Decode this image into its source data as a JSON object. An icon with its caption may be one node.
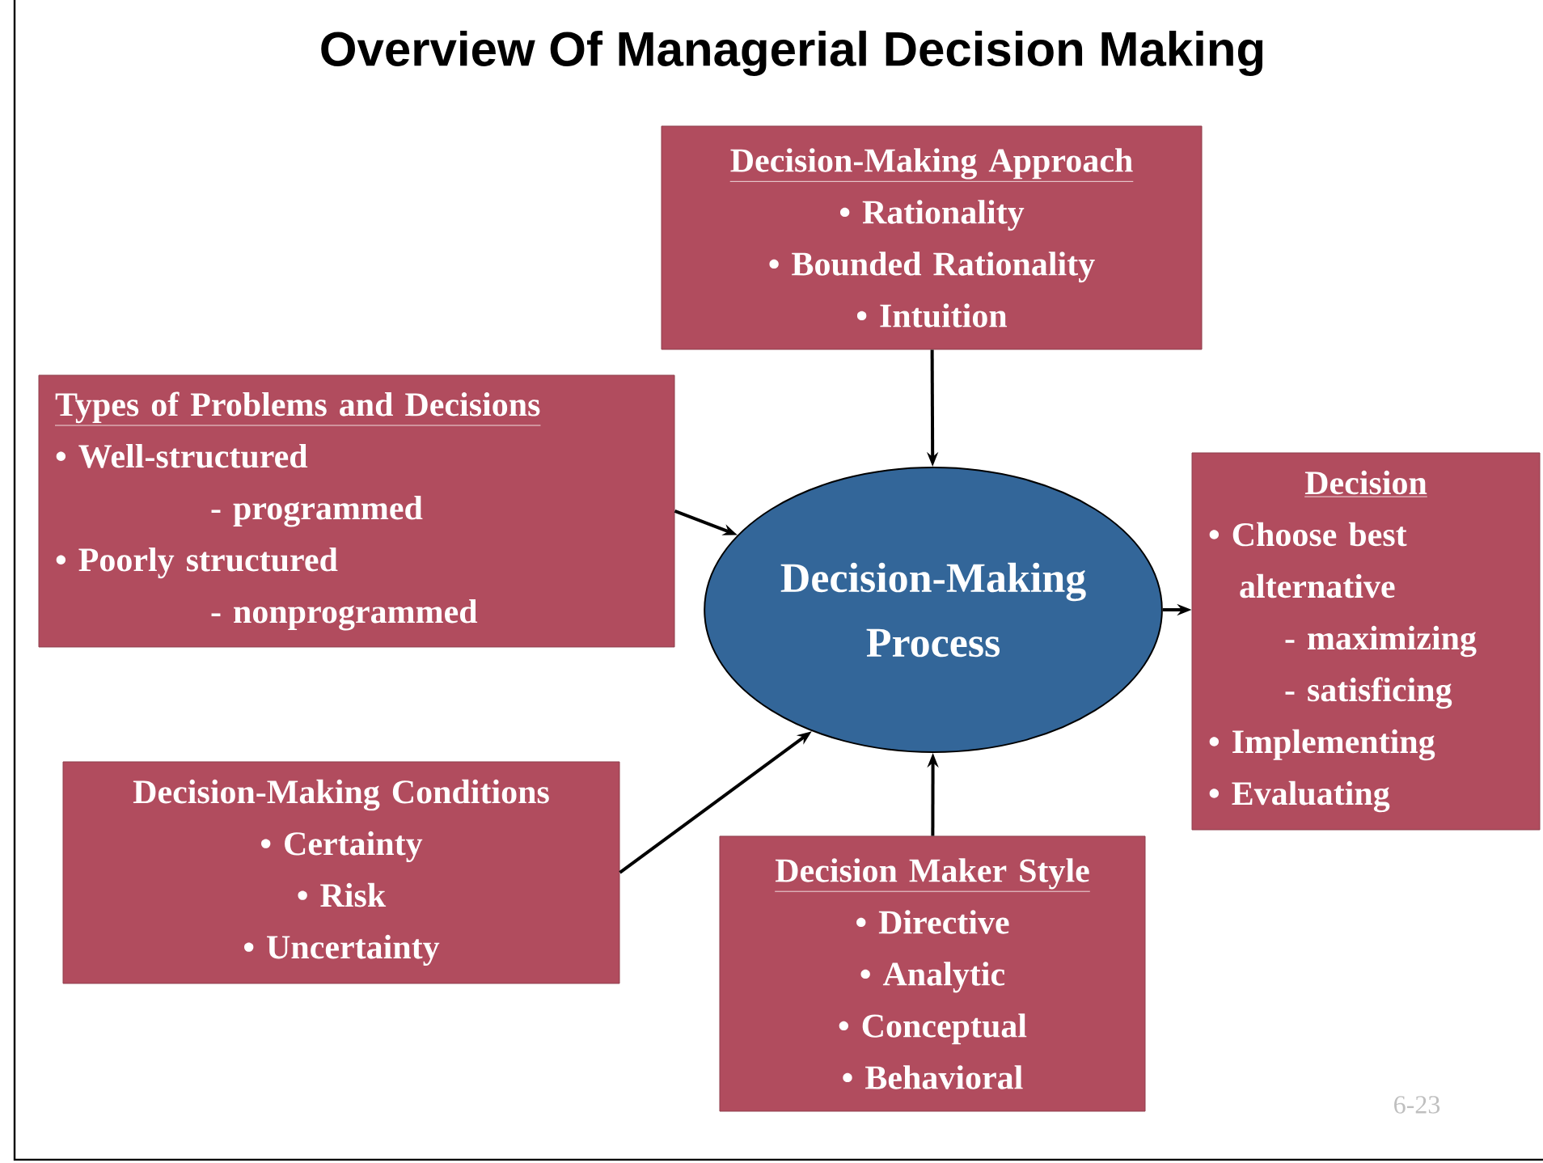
{
  "diagram": {
    "title": "Overview Of Managerial Decision Making",
    "nodes": [
      {
        "text": [
          "Decision-Making Approach",
          "• Rationality",
          "• Bounded Rationality",
          "• Intuition"
        ]
      },
      {
        "text": [
          "Types of Problems and Decisions",
          "• Well-structured",
          "- programmed",
          "• Poorly structured",
          "- nonprogrammed"
        ]
      },
      {
        "text": [
          "Decision-Making Process"
        ]
      },
      {
        "text": [
          "Decision",
          "• Choose best alternative",
          "- maximizing",
          "- satisficing",
          "• Implementing",
          "• Evaluating"
        ]
      },
      {
        "text": [
          "Decision-Making Conditions",
          "• Certainty",
          "• Risk",
          "• Uncertainty"
        ]
      },
      {
        "text": [
          "Decision Maker Style",
          "• Directive",
          "• Analytic",
          "• Conceptual",
          "• Behavioral"
        ]
      }
    ],
    "edges": [
      {
        "from": 0,
        "to": 2,
        "arrow": "to"
      },
      {
        "from": 1,
        "to": 2,
        "arrow": "to"
      },
      {
        "from": 4,
        "to": 2,
        "arrow": "to"
      },
      {
        "from": 5,
        "to": 2,
        "arrow": "to"
      },
      {
        "from": 2,
        "to": 3,
        "arrow": "to"
      }
    ],
    "labels": [
      "6-23"
    ]
  }
}
